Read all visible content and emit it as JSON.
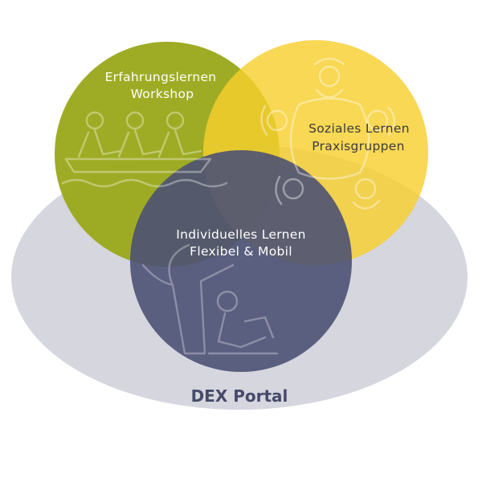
{
  "portal": {
    "label": "DEX Portal",
    "color": "#d5d6de"
  },
  "circles": {
    "experiential": {
      "line1": "Erfahrungslernen",
      "line2": "Workshop",
      "color": "#9aa91c",
      "icon": "rowing-team-icon"
    },
    "social": {
      "line1": "Soziales Lernen",
      "line2": "Praxisgruppen",
      "color": "#f6cf2e",
      "icon": "group-meeting-icon"
    },
    "individual": {
      "line1": "Individuelles Lernen",
      "line2": "Flexibel & Mobil",
      "color": "#4d5174",
      "icon": "person-laptop-tree-icon"
    }
  }
}
